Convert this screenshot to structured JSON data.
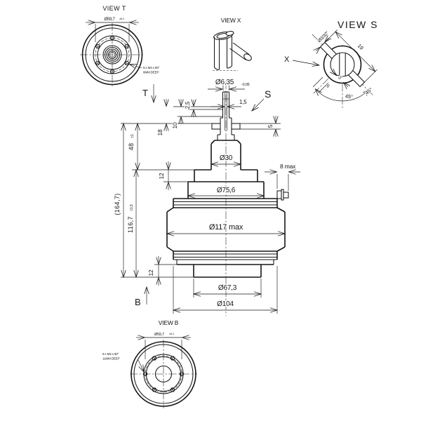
{
  "drawing": {
    "view_t": {
      "title": "VIEW T",
      "dim": "Ø59,7",
      "dim_tol": "±0,1",
      "note1": "6 x M4 x 60°",
      "note2": "8MM DEEP"
    },
    "view_x": {
      "title": "VIEW X"
    },
    "view_s": {
      "title": "VIEW S",
      "ref": "X",
      "dim_tab": "Ø3/32″",
      "dim_span": "19",
      "dim_slot": "3",
      "dim_offset": "6",
      "angle_left": "45°",
      "angle_right": "45°"
    },
    "view_b": {
      "title": "VIEW B",
      "dim": "Ø59,7",
      "dim_tol": "±0,1",
      "note1": "6 x M4 x 60°",
      "note2": "11MM DEEP"
    },
    "main": {
      "label_t": "T",
      "label_b": "B",
      "label_s": "S",
      "dim_pin": "Ø6,35",
      "dim_pin_tol": "-0,05",
      "dim_slot": "1,5",
      "dim_2_5": "2,5",
      "dim_10": "10",
      "dim_18": "18",
      "dim_5": "5",
      "dim_48": "48",
      "dim_48_tol": "±1",
      "dim_12_upper": "12",
      "dim_12_lower": "12",
      "dim_total": "(164,7)",
      "dim_height": "116,7",
      "dim_height_tol": "±1,5",
      "dim_neck": "Ø30",
      "dim_terminal": "8 max",
      "dim_flange": "Ø75,6",
      "dim_body": "Ø117 max",
      "dim_boss": "Ø67,3",
      "dim_base": "Ø104"
    }
  }
}
